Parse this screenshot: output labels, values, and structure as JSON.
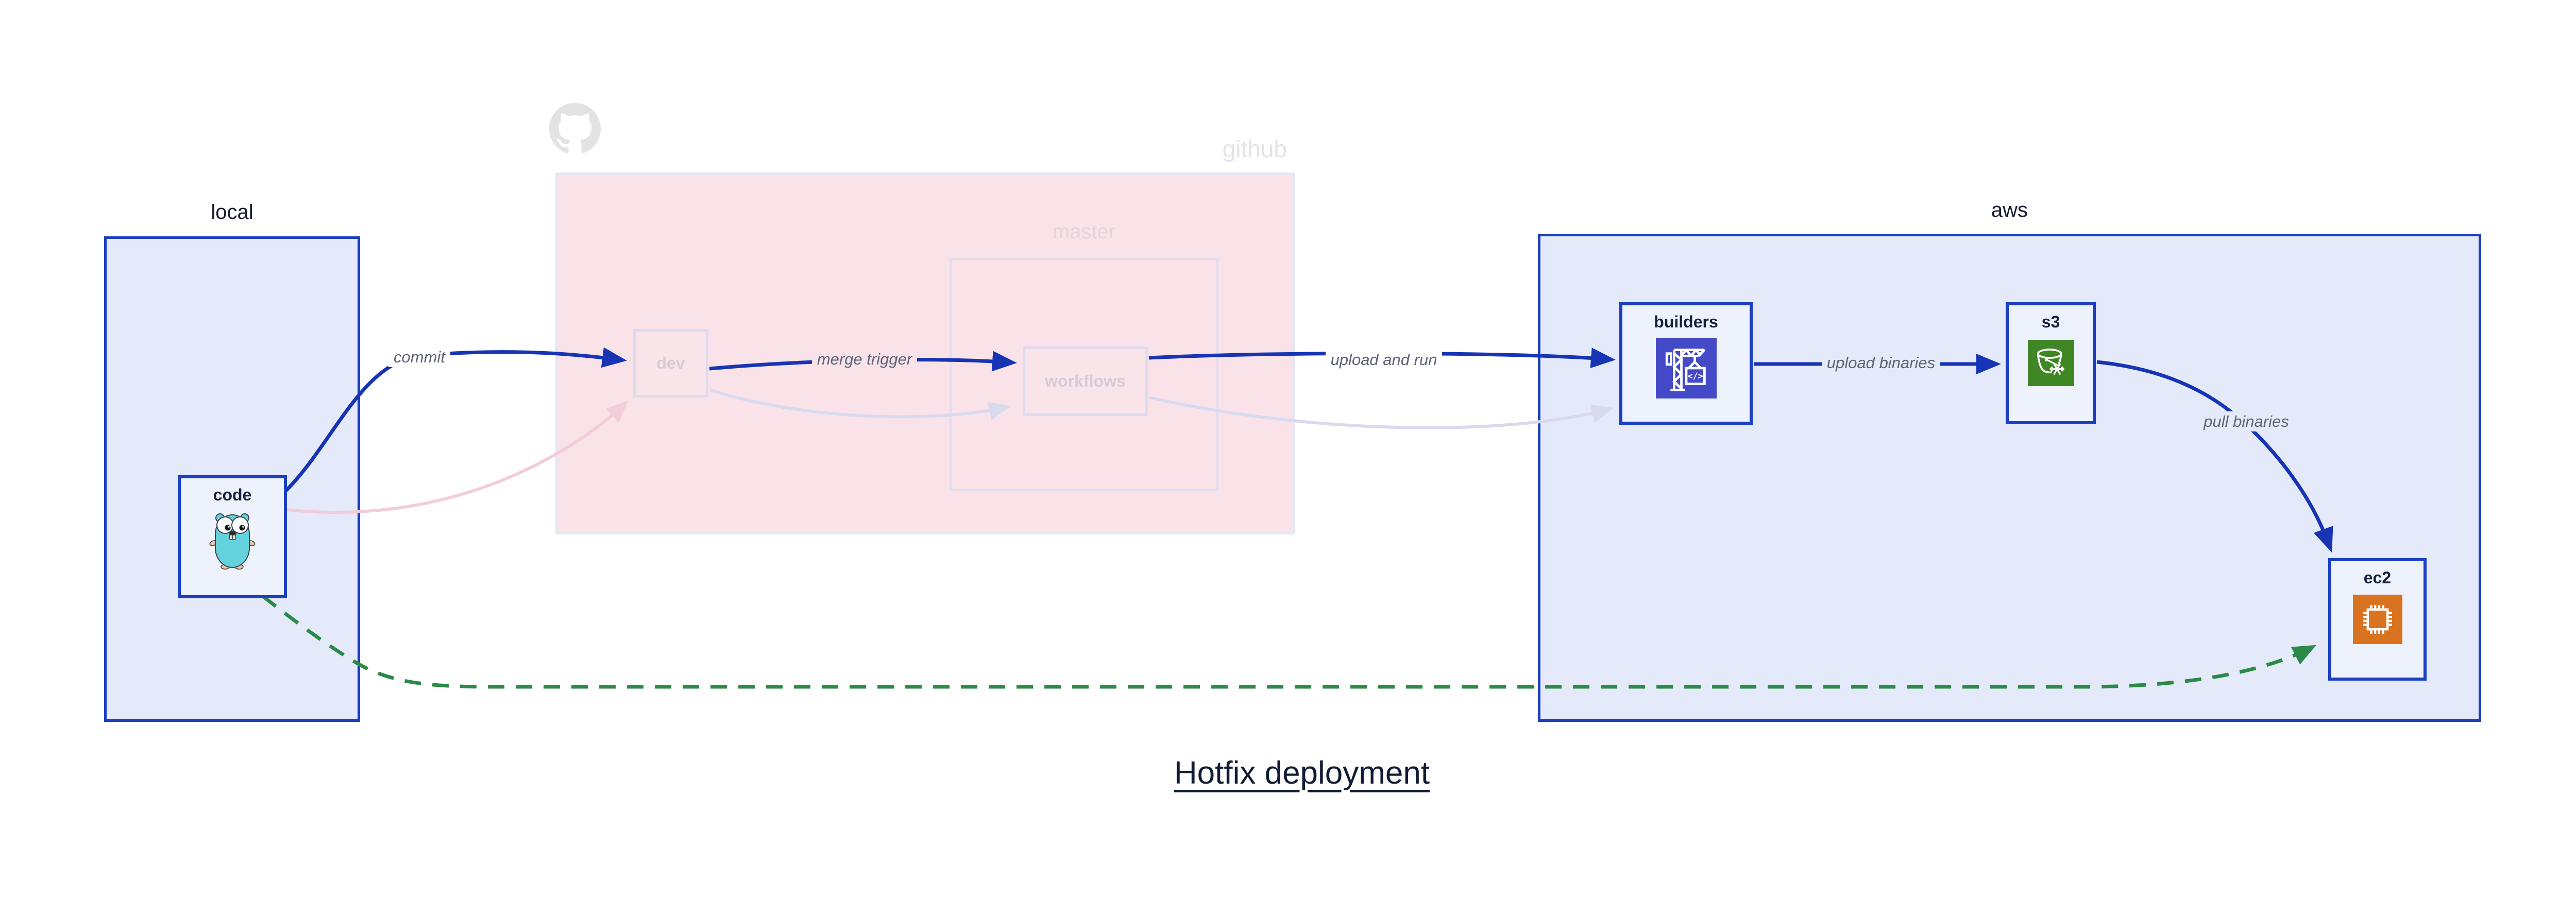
{
  "title": "Hotfix deployment",
  "groups": {
    "local": {
      "label": "local"
    },
    "github": {
      "label": "github"
    },
    "master": {
      "label": "master"
    },
    "aws": {
      "label": "aws"
    }
  },
  "nodes": {
    "code": {
      "label": "code",
      "icon": "go-gopher-icon"
    },
    "dev": {
      "label": "dev"
    },
    "workflows": {
      "label": "workflows"
    },
    "builders": {
      "label": "builders",
      "icon": "aws-codebuild-icon",
      "icon_text": "</>"
    },
    "s3": {
      "label": "s3",
      "icon": "aws-s3-glacier-icon"
    },
    "ec2": {
      "label": "ec2",
      "icon": "aws-ec2-icon"
    }
  },
  "edges": [
    {
      "from": "code",
      "to": "dev",
      "label": "commit",
      "style": "solid-blue"
    },
    {
      "from": "dev",
      "to": "workflows",
      "label": "merge trigger",
      "style": "solid-blue"
    },
    {
      "from": "workflows",
      "to": "builders",
      "label": "upload and run",
      "style": "solid-blue"
    },
    {
      "from": "builders",
      "to": "s3",
      "label": "upload binaries",
      "style": "solid-blue"
    },
    {
      "from": "s3",
      "to": "ec2",
      "label": "pull binaries",
      "style": "solid-blue"
    },
    {
      "from": "code",
      "to": "dev",
      "label": "",
      "style": "faded-pink"
    },
    {
      "from": "dev",
      "to": "workflows",
      "label": "",
      "style": "faded-lavender"
    },
    {
      "from": "workflows",
      "to": "builders",
      "label": "",
      "style": "faded-lavender"
    },
    {
      "from": "code",
      "to": "ec2",
      "label": "",
      "style": "dashed-green"
    }
  ],
  "colors": {
    "group_border_blue": "#1b3fc0",
    "group_fill_lavender": "#e4eafa",
    "github_fill_pink": "#f9e3e9",
    "faded_border": "#dddcee",
    "edge_blue": "#1634b4",
    "edge_faded_pink": "#f2cdd9",
    "edge_faded_lavender": "#d9daee",
    "edge_green_dashed": "#2b8a47",
    "label_navy": "#16213e",
    "edge_label_gray": "#5d6474",
    "codebuild_icon_bg": "#4349c7",
    "s3_glacier_icon_bg": "#3f8624",
    "ec2_icon_bg": "#d9731f",
    "gopher_teal": "#64d2de",
    "octocat_gray": "#e3e3e3"
  }
}
